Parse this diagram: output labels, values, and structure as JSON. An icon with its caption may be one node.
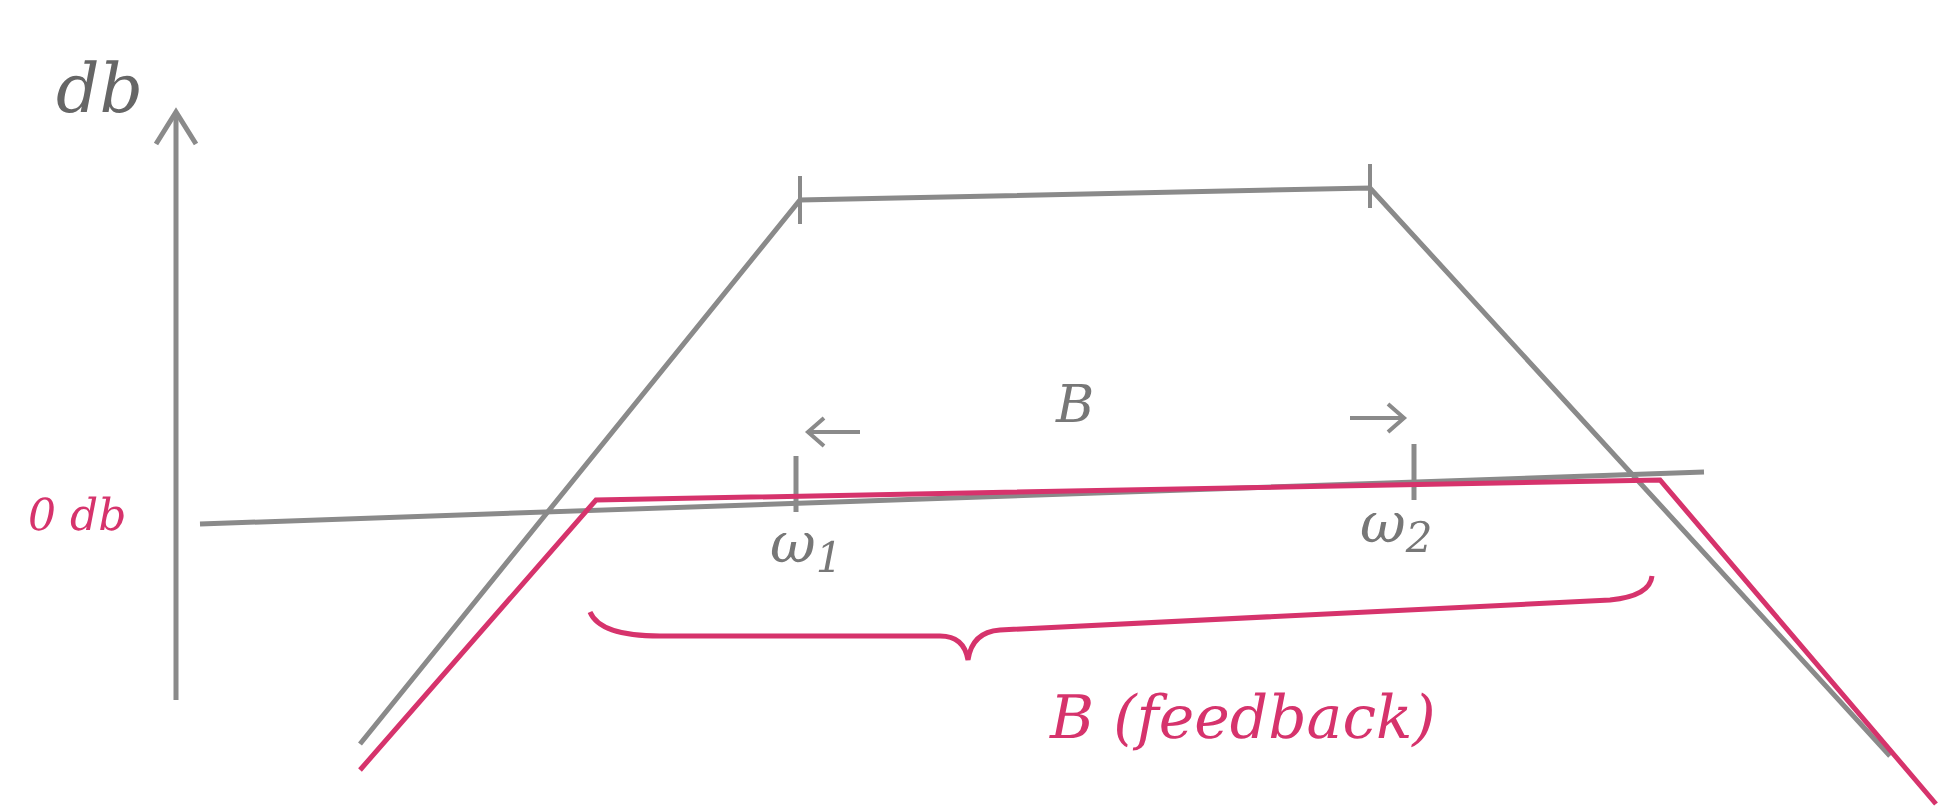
{
  "diagram": {
    "labels": [
      "db",
      "0 db",
      "B",
      "ω$_{1}$",
      "ω$_{2}$",
      "B (feedback)"
    ]
  }
}
